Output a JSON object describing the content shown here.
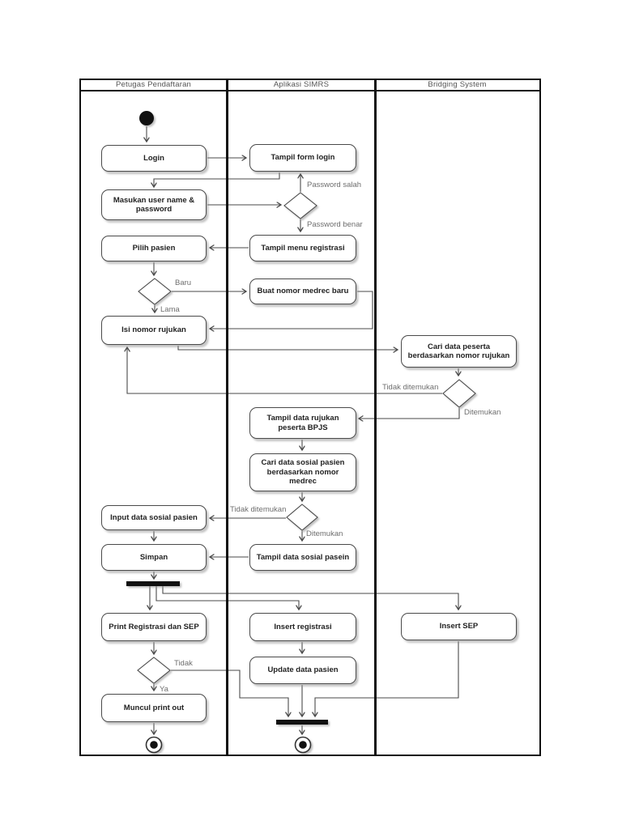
{
  "diagram_type": "uml-activity-diagram",
  "lanes": [
    {
      "label": "Petugas Pendaftaran"
    },
    {
      "label": "Aplikasi SIMRS"
    },
    {
      "label": "Bridging System"
    }
  ],
  "activities": {
    "login": "Login",
    "tampil_form_login": "Tampil form login",
    "masukan_user": "Masukan user name & password",
    "pilih_pasien": "Pilih pasien",
    "tampil_menu_registrasi": "Tampil menu registrasi",
    "buat_nomor_medrec": "Buat nomor medrec baru",
    "isi_nomor_rujukan": "Isi nomor rujukan",
    "cari_data_peserta": "Cari data peserta berdasarkan nomor rujukan",
    "tampil_data_rujukan": "Tampil data rujukan peserta BPJS",
    "cari_data_sosial": "Cari data sosial pasien berdasarkan nomor medrec",
    "input_data_sosial": "Input data sosial pasien",
    "simpan": "Simpan",
    "tampil_data_sosial": "Tampil data sosial pasein",
    "print_registrasi": "Print Registrasi dan SEP",
    "insert_registrasi": "Insert registrasi",
    "insert_sep": "Insert SEP",
    "update_data_pasien": "Update data pasien",
    "muncul_print_out": "Muncul print out"
  },
  "edge_labels": {
    "password_salah": "Password salah",
    "password_benar": "Password benar",
    "baru": "Baru",
    "lama": "Lama",
    "tidak_ditemukan_bridging": "Tidak ditemukan",
    "ditemukan_bridging": "Ditemukan",
    "tidak_ditemukan_simrs": "Tidak ditemukan",
    "ditemukan_simrs": "Ditemukan",
    "tidak": "Tidak",
    "ya": "Ya"
  },
  "colors": {
    "line": "#4a4a4a",
    "border": "#111111",
    "box_fill": "#ffffff",
    "label_text": "#6e6e6e",
    "node_fill": "#111111"
  }
}
